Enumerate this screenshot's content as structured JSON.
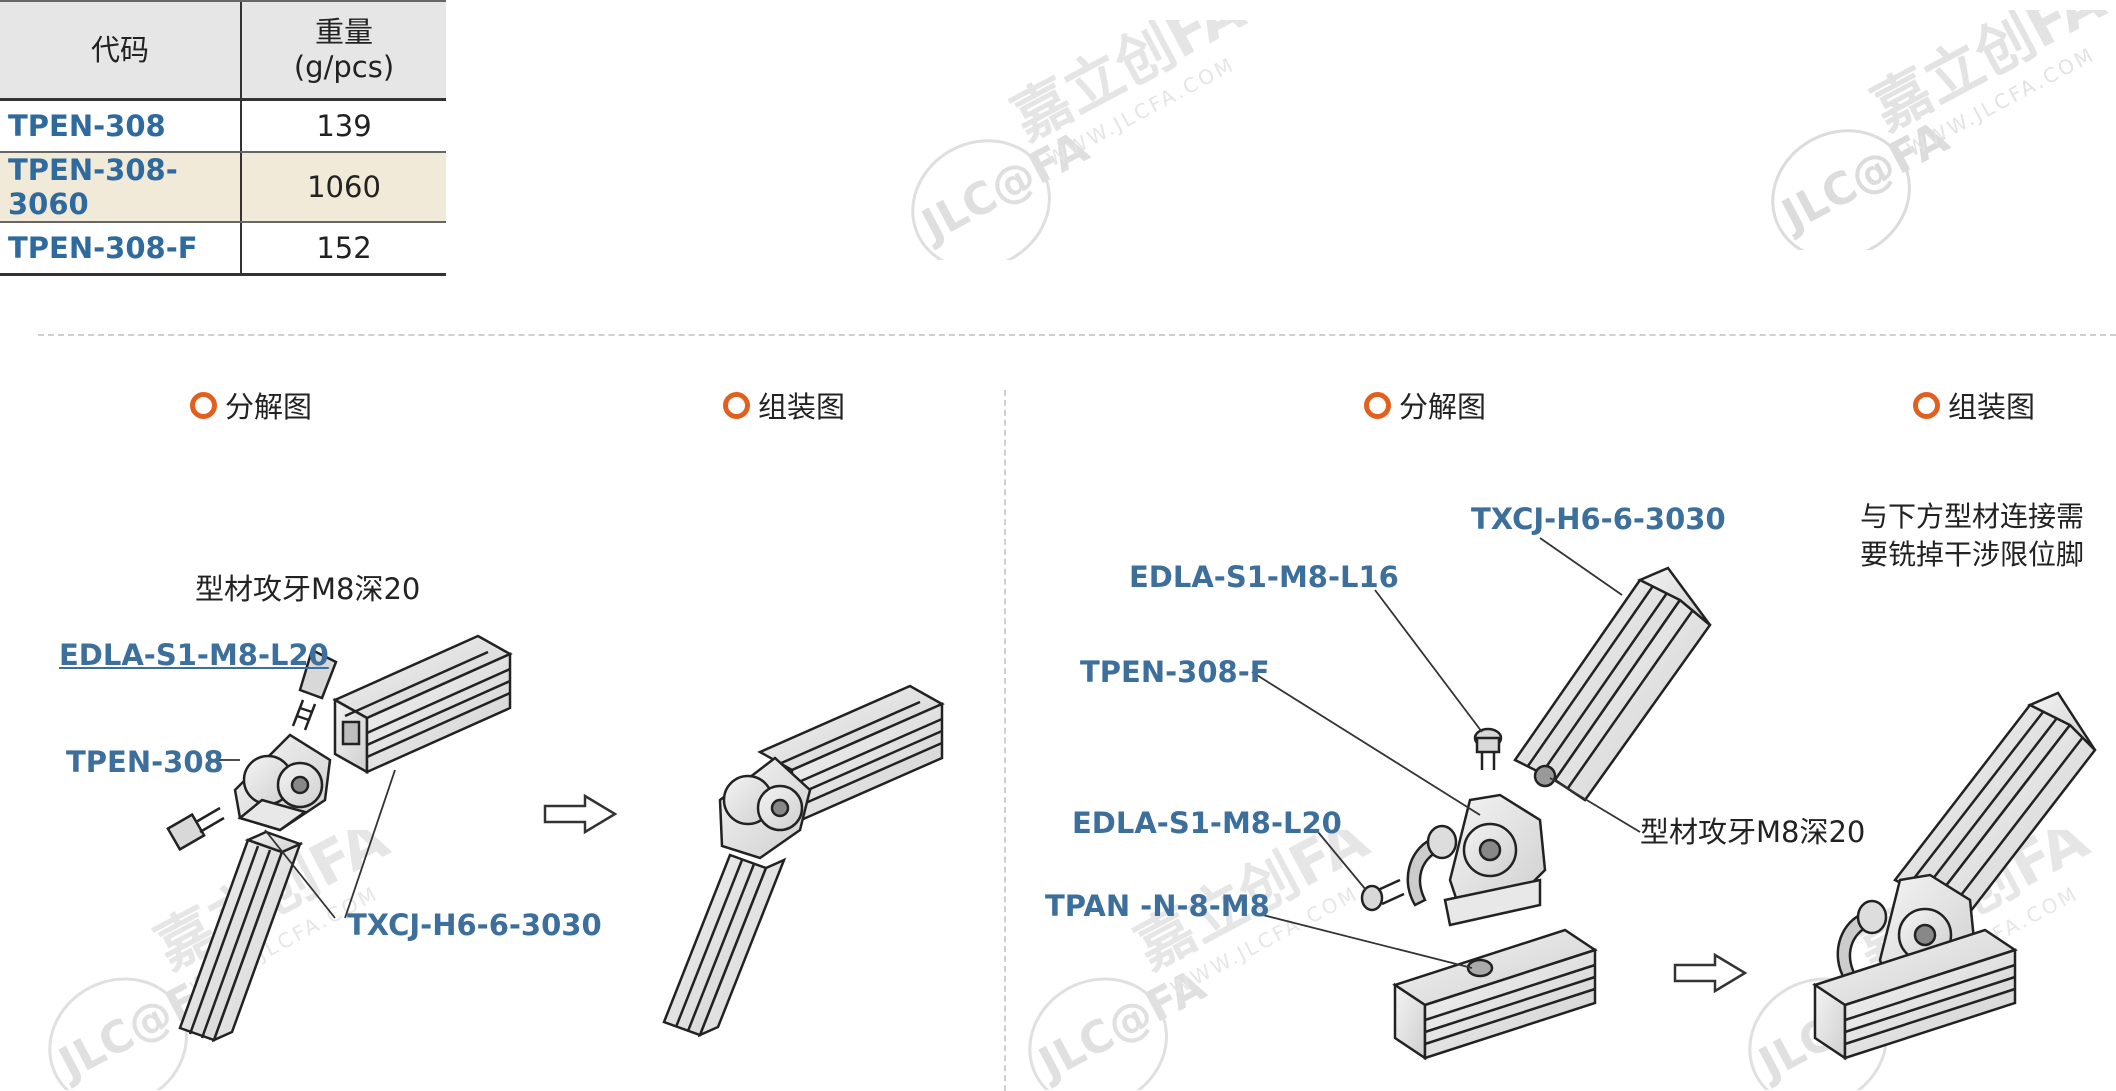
{
  "weight_table": {
    "headers": {
      "code": "代码",
      "weight_line1": "重量",
      "weight_line2": "(g/pcs)"
    },
    "rows": [
      {
        "code": "TPEN-308",
        "weight": "139",
        "highlight": false
      },
      {
        "code": "TPEN-308-3060",
        "weight": "1060",
        "highlight": true
      },
      {
        "code": "TPEN-308-F",
        "weight": "152",
        "highlight": false
      }
    ]
  },
  "watermark": {
    "brand": "嘉立创FA",
    "logo": "JLC@FA",
    "url": "WWW.JLCFA.COM"
  },
  "left_section": {
    "exploded_title": "分解图",
    "assembled_title": "组装图",
    "labels": {
      "tap_note": "型材攻牙M8深20",
      "screw": "EDLA-S1-M8-L20",
      "bracket": "TPEN-308",
      "profile": "TXCJ-H6-6-3030"
    }
  },
  "right_section": {
    "exploded_title": "分解图",
    "assembled_title": "组装图",
    "labels": {
      "profile": "TXCJ-H6-6-3030",
      "screw_top": "EDLA-S1-M8-L16",
      "bracket": "TPEN-308-F",
      "screw_side": "EDLA-S1-M8-L20",
      "nut": "TPAN -N-8-M8",
      "tap_note": "型材攻牙M8深20"
    },
    "note_line1": "与下方型材连接需",
    "note_line2": "要铣掉干涉限位脚"
  },
  "colors": {
    "accent_ring": "#e2601f",
    "part_label": "#3d6f9d",
    "highlight_row": "#f2ead9"
  },
  "icons": {
    "arrow": "right-arrow-icon",
    "bullet": "ring-bullet-icon"
  }
}
